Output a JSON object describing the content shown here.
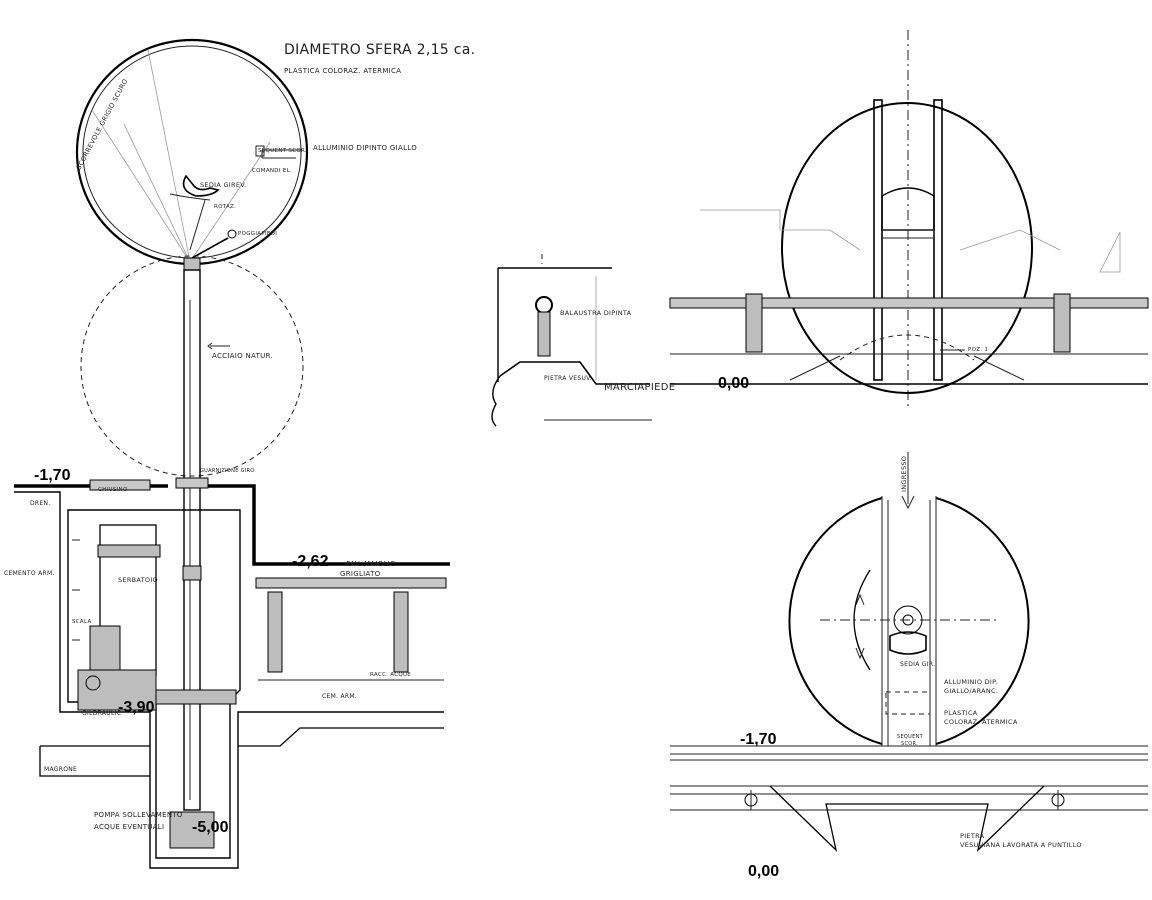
{
  "labels": {
    "title": "DIAMETRO SFERA 2,15 ca.",
    "sphere_material": "PLASTICA COLORAZ. ATERMICA",
    "sliding_shell": "SCORREVOLE GRIGIO SCURO",
    "aluminium": "ALLUMINIO DIPINTO GIALLO",
    "sequence": "SEQUENT SCOR.",
    "controls": "COMANDI EL.",
    "seat": "SEDIA GIREV.",
    "rotation": "ROTAZ.",
    "footrest": "POGGIAPIEDI",
    "steel": "ACCIAIO NATUR.",
    "guard": "GUARNIZIONE GIRO",
    "cover": "CHIUSINO",
    "drain": "DREN.",
    "concrete_wall": "CEMENTO ARM.",
    "tank": "SERBATOIO",
    "ladder": "SCALA",
    "oil": "OILDRAULIC",
    "tiles": "PAV. MAIOLIC.",
    "grating": "GRIGLIATO",
    "water_collection": "RACC. ACQUE",
    "concrete_slab": "CEM. ARM.",
    "lean_concrete": "MAGRONE",
    "pump_line1": "POMPA SOLLEVAMENTO",
    "pump_line2": "ACQUE EVENTUALI",
    "railing": "BALAUSTRA DIPINTA",
    "stone": "PIETRA VESUV.",
    "sidewalk": "MARCIAPIEDE",
    "pos": "POZ. 1",
    "entrance": "INGRESSO",
    "seat_plan": "SEDIA GIR.",
    "alu_plan_line1": "ALLUMINIO DIP.",
    "alu_plan_line2": "GIALLO/ARANC.",
    "plastic_plan_line1": "PLASTICA",
    "plastic_plan_line2": "COLORAZ. ATERMICA",
    "seq_plan_line1": "SEQUENT",
    "seq_plan_line2": "SCOR.",
    "stone_plan_line1": "PIETRA",
    "stone_plan_line2": "VESUVIANA LAVORATA A PUNTILLO"
  },
  "levels": {
    "minus_170_left": "-1,70",
    "minus_262": "-2,62",
    "minus_390": "-3,90",
    "minus_500": "-5,00",
    "zero_elev": "0,00",
    "minus_170_right": "-1,70",
    "zero_plan": "0,00"
  }
}
